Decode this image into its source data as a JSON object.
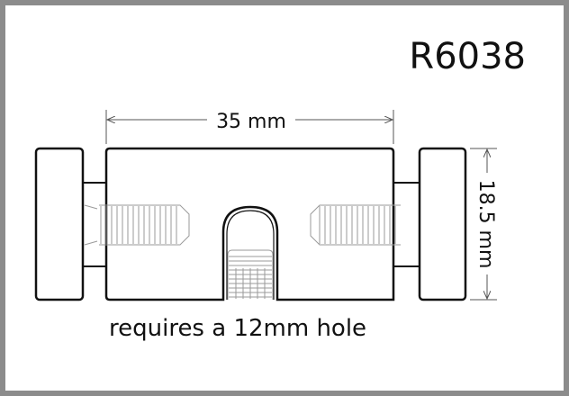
{
  "part_number": "R6038",
  "dimensions": {
    "length": "35 mm",
    "height": "18.5 mm"
  },
  "note": "requires a 12mm hole",
  "colors": {
    "frame": "#8c8c8c",
    "line": "#111111",
    "thread": "#9a9a9a"
  }
}
